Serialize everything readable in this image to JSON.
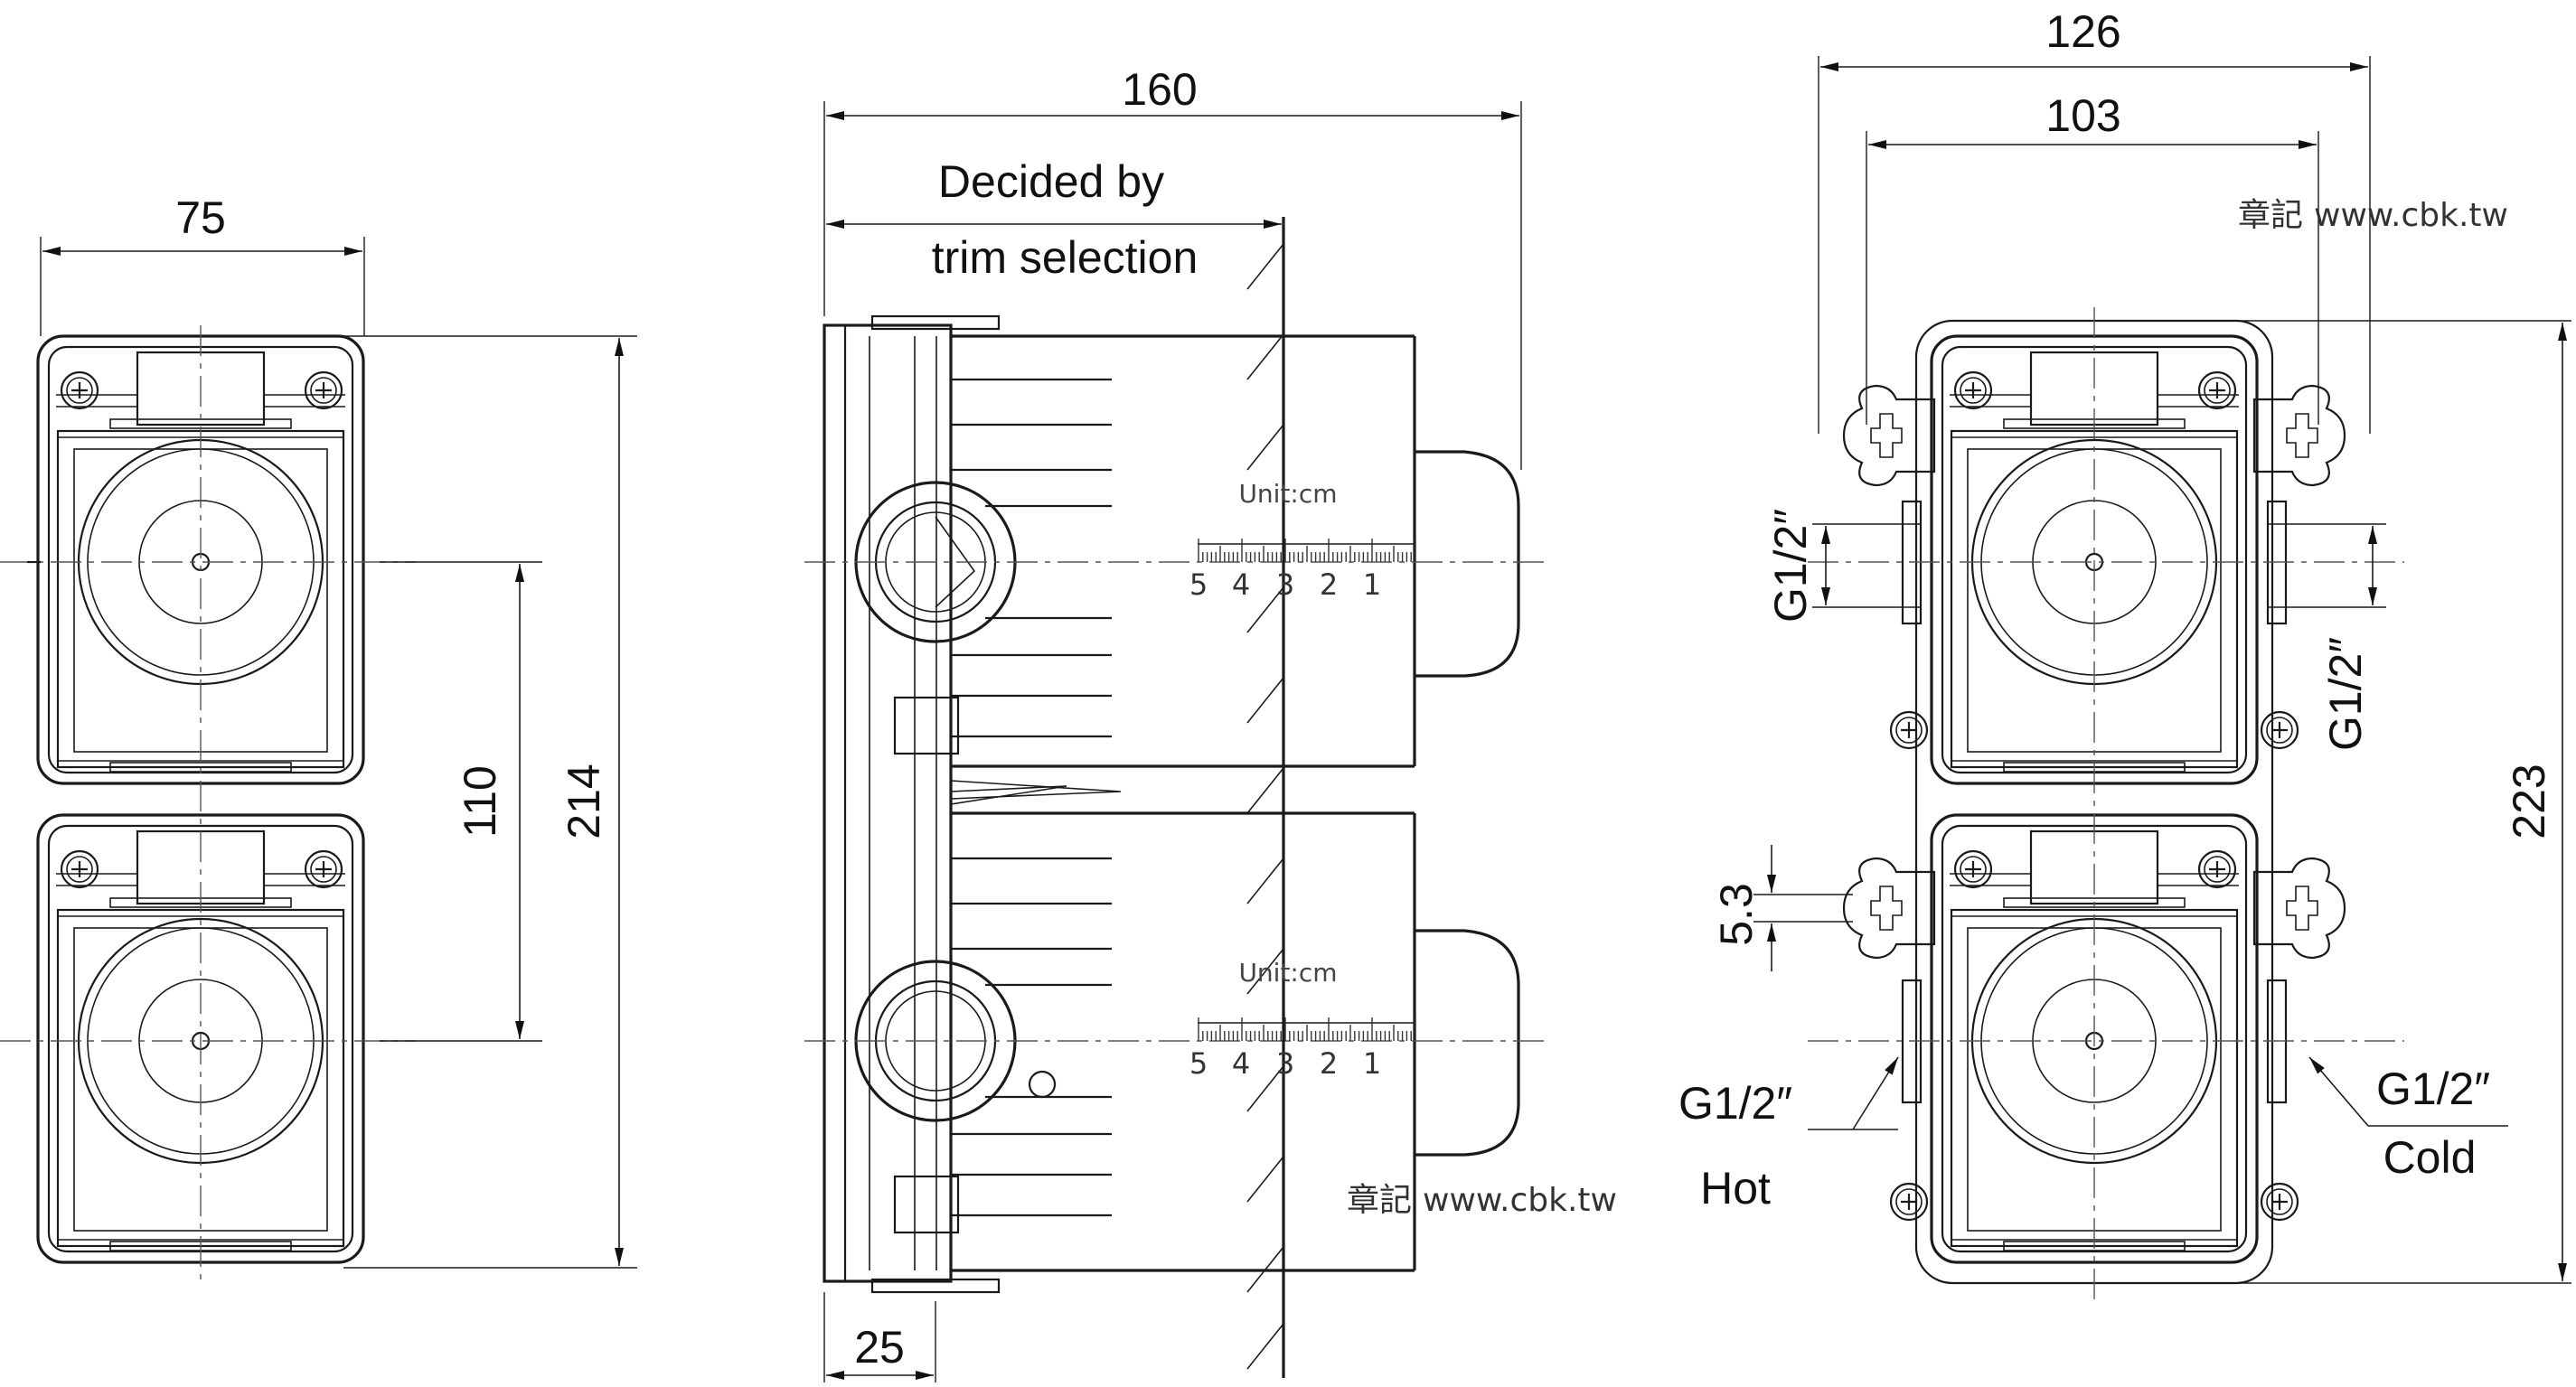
{
  "dimensions": {
    "width_75": "75",
    "height_110": "110",
    "height_214": "214",
    "depth_160": "160",
    "depth_25": "25",
    "width_126": "126",
    "width_103": "103",
    "height_223": "223",
    "offset_5_3": "5.3"
  },
  "labels": {
    "decided_by": "Decided by",
    "trim_selection": "trim selection",
    "unit_cm": "Unit:cm",
    "g12_left": "G1/2″",
    "g12_right": "G1/2″",
    "g12_hot": "G1/2″",
    "g12_cold": "G1/2″",
    "hot": "Hot",
    "cold": "Cold"
  },
  "scale_ticks": [
    "5",
    "4",
    "3",
    "2",
    "1"
  ],
  "watermark": {
    "brand": "章記",
    "url": "www.cbk.tw"
  }
}
